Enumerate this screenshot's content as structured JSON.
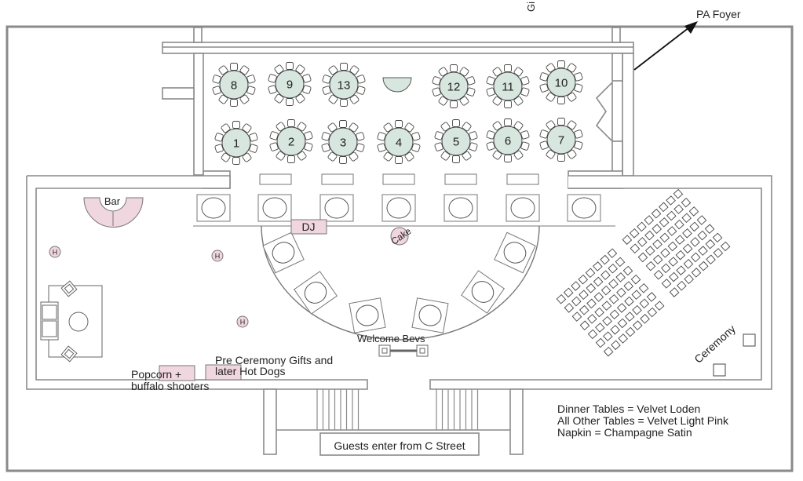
{
  "title_text": "PA Foyer",
  "top_fragment": "Gi",
  "colors": {
    "dinner_table": "#d7e6df",
    "pink": "#f0d6de",
    "wall": "#8a8a8a",
    "outline": "#555555"
  },
  "dinner_tables": [
    {
      "number": "8"
    },
    {
      "number": "9"
    },
    {
      "number": "13"
    },
    {
      "number": "12"
    },
    {
      "number": "11"
    },
    {
      "number": "10"
    },
    {
      "number": "1"
    },
    {
      "number": "2"
    },
    {
      "number": "3"
    },
    {
      "number": "4"
    },
    {
      "number": "5"
    },
    {
      "number": "6"
    },
    {
      "number": "7"
    }
  ],
  "labels": {
    "bar": "Bar",
    "dj": "DJ",
    "cake": "Cake",
    "highboy": "H",
    "welcome_bevs": "Welcome Bevs",
    "gifts_line1": "Pre Ceremony Gifts and",
    "gifts_line2": "later Hot Dogs",
    "popcorn_line1": "Popcorn +",
    "popcorn_line2": "buffalo shooters",
    "ceremony": "Ceremony",
    "entrance": "Guests enter from C Street"
  },
  "legend": [
    "Dinner Tables = Velvet Loden",
    "All Other Tables = Velvet Light Pink",
    "Napkin = Champagne Satin"
  ]
}
